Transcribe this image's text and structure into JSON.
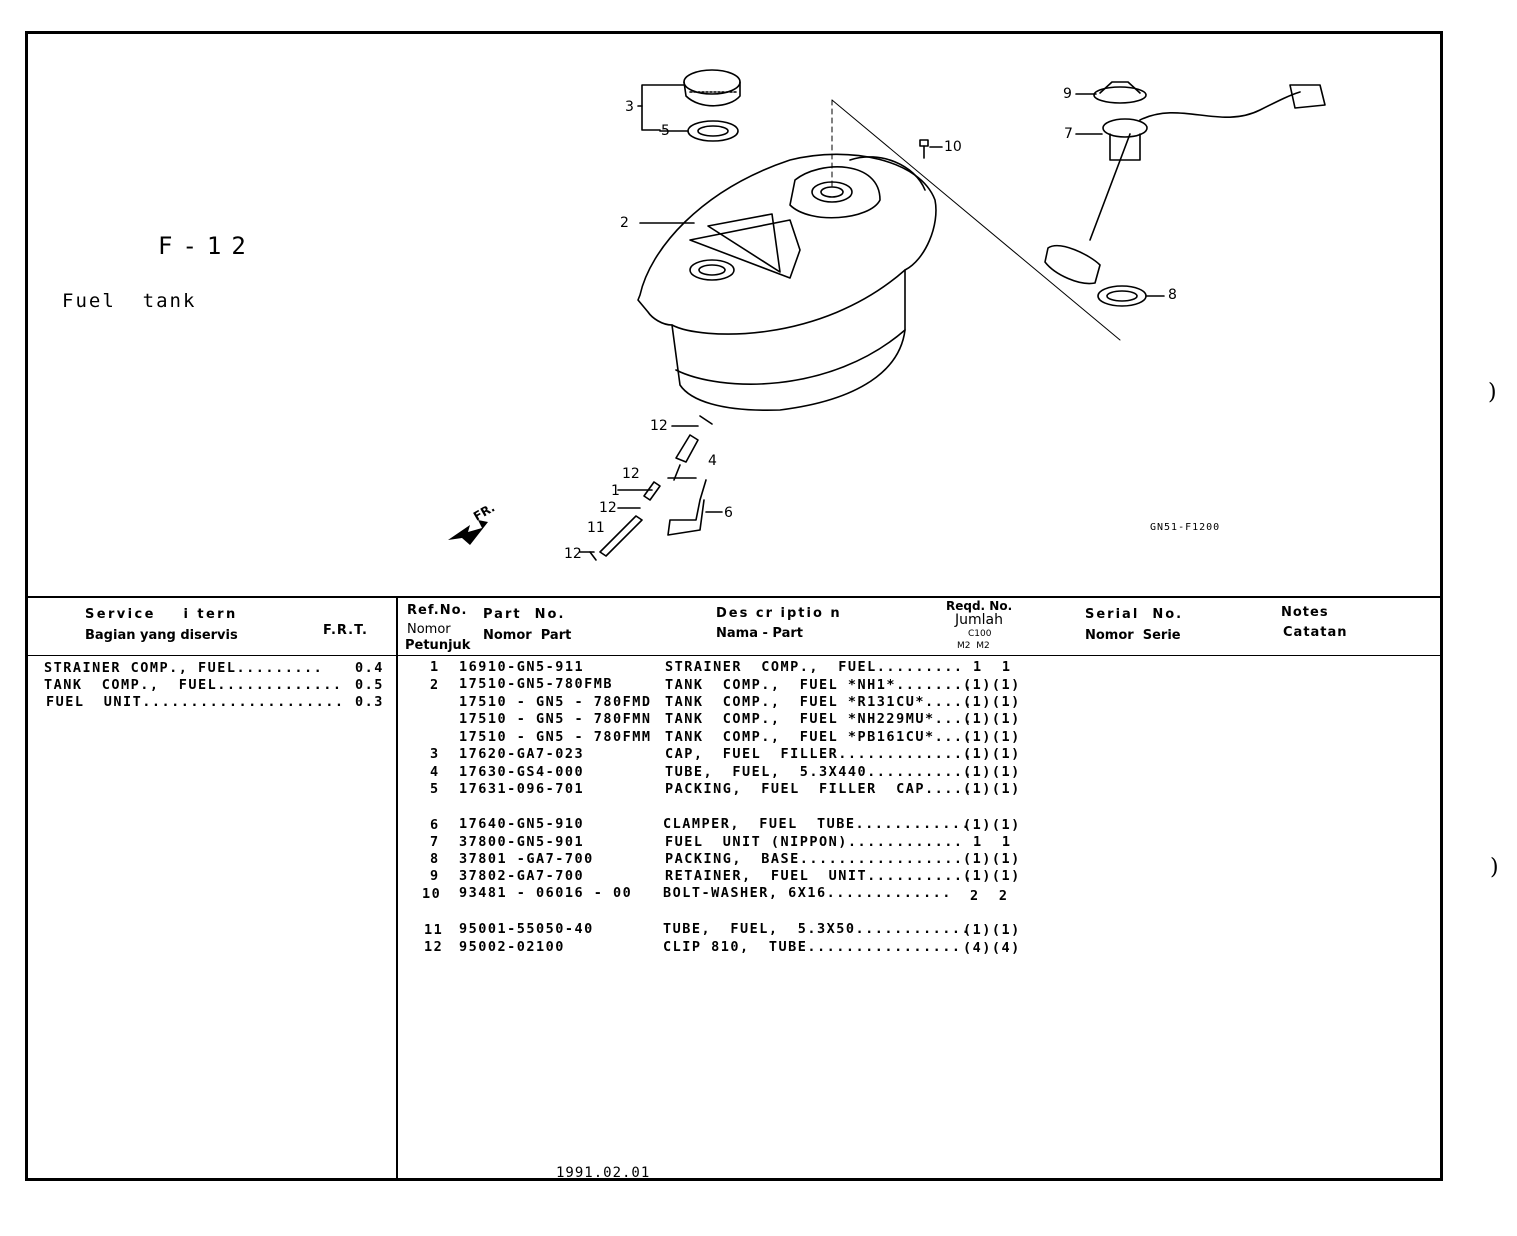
{
  "header": {
    "section_code": "F-12",
    "title": "Fuel  tank",
    "diagram_code": "GN51-F1200",
    "front_mark": "FR."
  },
  "diagram_callouts": [
    "1",
    "2",
    "3",
    "4",
    "5",
    "6",
    "7",
    "8",
    "9",
    "10",
    "11",
    "12"
  ],
  "service_header": {
    "en": "Service    i tern",
    "id": "Bagian yang diservis",
    "frt": "F.R.T."
  },
  "service_items": [
    {
      "name": "STRAINER COMP., FUEL.........",
      "frt": "0.4"
    },
    {
      "name": "TANK  COMP.,  FUEL.............",
      "frt": "0.5"
    },
    {
      "name": "FUEL  UNIT.....................",
      "frt": "0.3"
    }
  ],
  "columns": {
    "ref_en": "Ref.No.",
    "ref_id_1": "Nomor",
    "ref_id_2": "Petunjuk",
    "part_en": "Part  No.",
    "part_id": "Nomor  Part",
    "desc_en": "Des cr iptio n",
    "desc_id": "Nama - Part",
    "reqd_en": "Reqd. No.",
    "reqd_id": "Jumlah",
    "reqd_model": "C100",
    "reqd_types": "M2  M2",
    "serial_en": "Serial  No.",
    "serial_id": "Nomor  Serie",
    "notes_en": "Notes",
    "notes_id": "Catatan"
  },
  "parts": [
    {
      "ref": "1",
      "part": "16910-GN5-911",
      "desc": "STRAINER  COMP.,  FUEL.........",
      "qty": "1  1"
    },
    {
      "ref": "2",
      "part": "17510-GN5-780FMB",
      "desc": "TANK  COMP.,  FUEL *NH1*........",
      "qty": "(1)(1)"
    },
    {
      "ref": "",
      "part": "17510 - GN5 - 780FMD",
      "desc": "TANK  COMP.,  FUEL *R131CU*.....",
      "qty": "(1)(1)"
    },
    {
      "ref": "",
      "part": "17510 - GN5 - 780FMN",
      "desc": "TANK  COMP.,  FUEL *NH229MU*....",
      "qty": "(1)(1)"
    },
    {
      "ref": "",
      "part": "17510 - GN5 - 780FMM",
      "desc": "TANK  COMP.,  FUEL *PB161CU*....",
      "qty": "(1)(1)"
    },
    {
      "ref": "3",
      "part": "17620-GA7-023",
      "desc": "CAP,  FUEL  FILLER..............",
      "qty": "(1)(1)"
    },
    {
      "ref": "4",
      "part": "17630-GS4-000",
      "desc": "TUBE,  FUEL,  5.3X440...........",
      "qty": "(1)(1)"
    },
    {
      "ref": "5",
      "part": "17631-096-701",
      "desc": "PACKING,  FUEL  FILLER  CAP......",
      "qty": "(1)(1)"
    },
    {
      "ref": "6",
      "part": "17640-GN5-910",
      "desc": "CLAMPER,  FUEL  TUBE............",
      "qty": "(1)(1)"
    },
    {
      "ref": "7",
      "part": "37800-GN5-901",
      "desc": "FUEL  UNIT (NIPPON)............",
      "qty": "1  1"
    },
    {
      "ref": "8",
      "part": "37801 -GA7-700",
      "desc": "PACKING,  BASE.................",
      "qty": "(1)(1)"
    },
    {
      "ref": "9",
      "part": "37802-GA7-700",
      "desc": "RETAINER,  FUEL  UNIT...........",
      "qty": "(1)(1)"
    },
    {
      "ref": "10",
      "part": "93481 - 06016 - 00",
      "desc": "BOLT-WASHER, 6X16.............",
      "qty": "2  2"
    },
    {
      "ref": "11",
      "part": "95001-55050-40",
      "desc": "TUBE,  FUEL,  5.3X50............",
      "qty": "(1)(1)"
    },
    {
      "ref": "12",
      "part": "95002-02100",
      "desc": "CLIP 810,  TUBE................",
      "qty": "(4)(4)"
    }
  ],
  "footer_date": "1991.02.01"
}
